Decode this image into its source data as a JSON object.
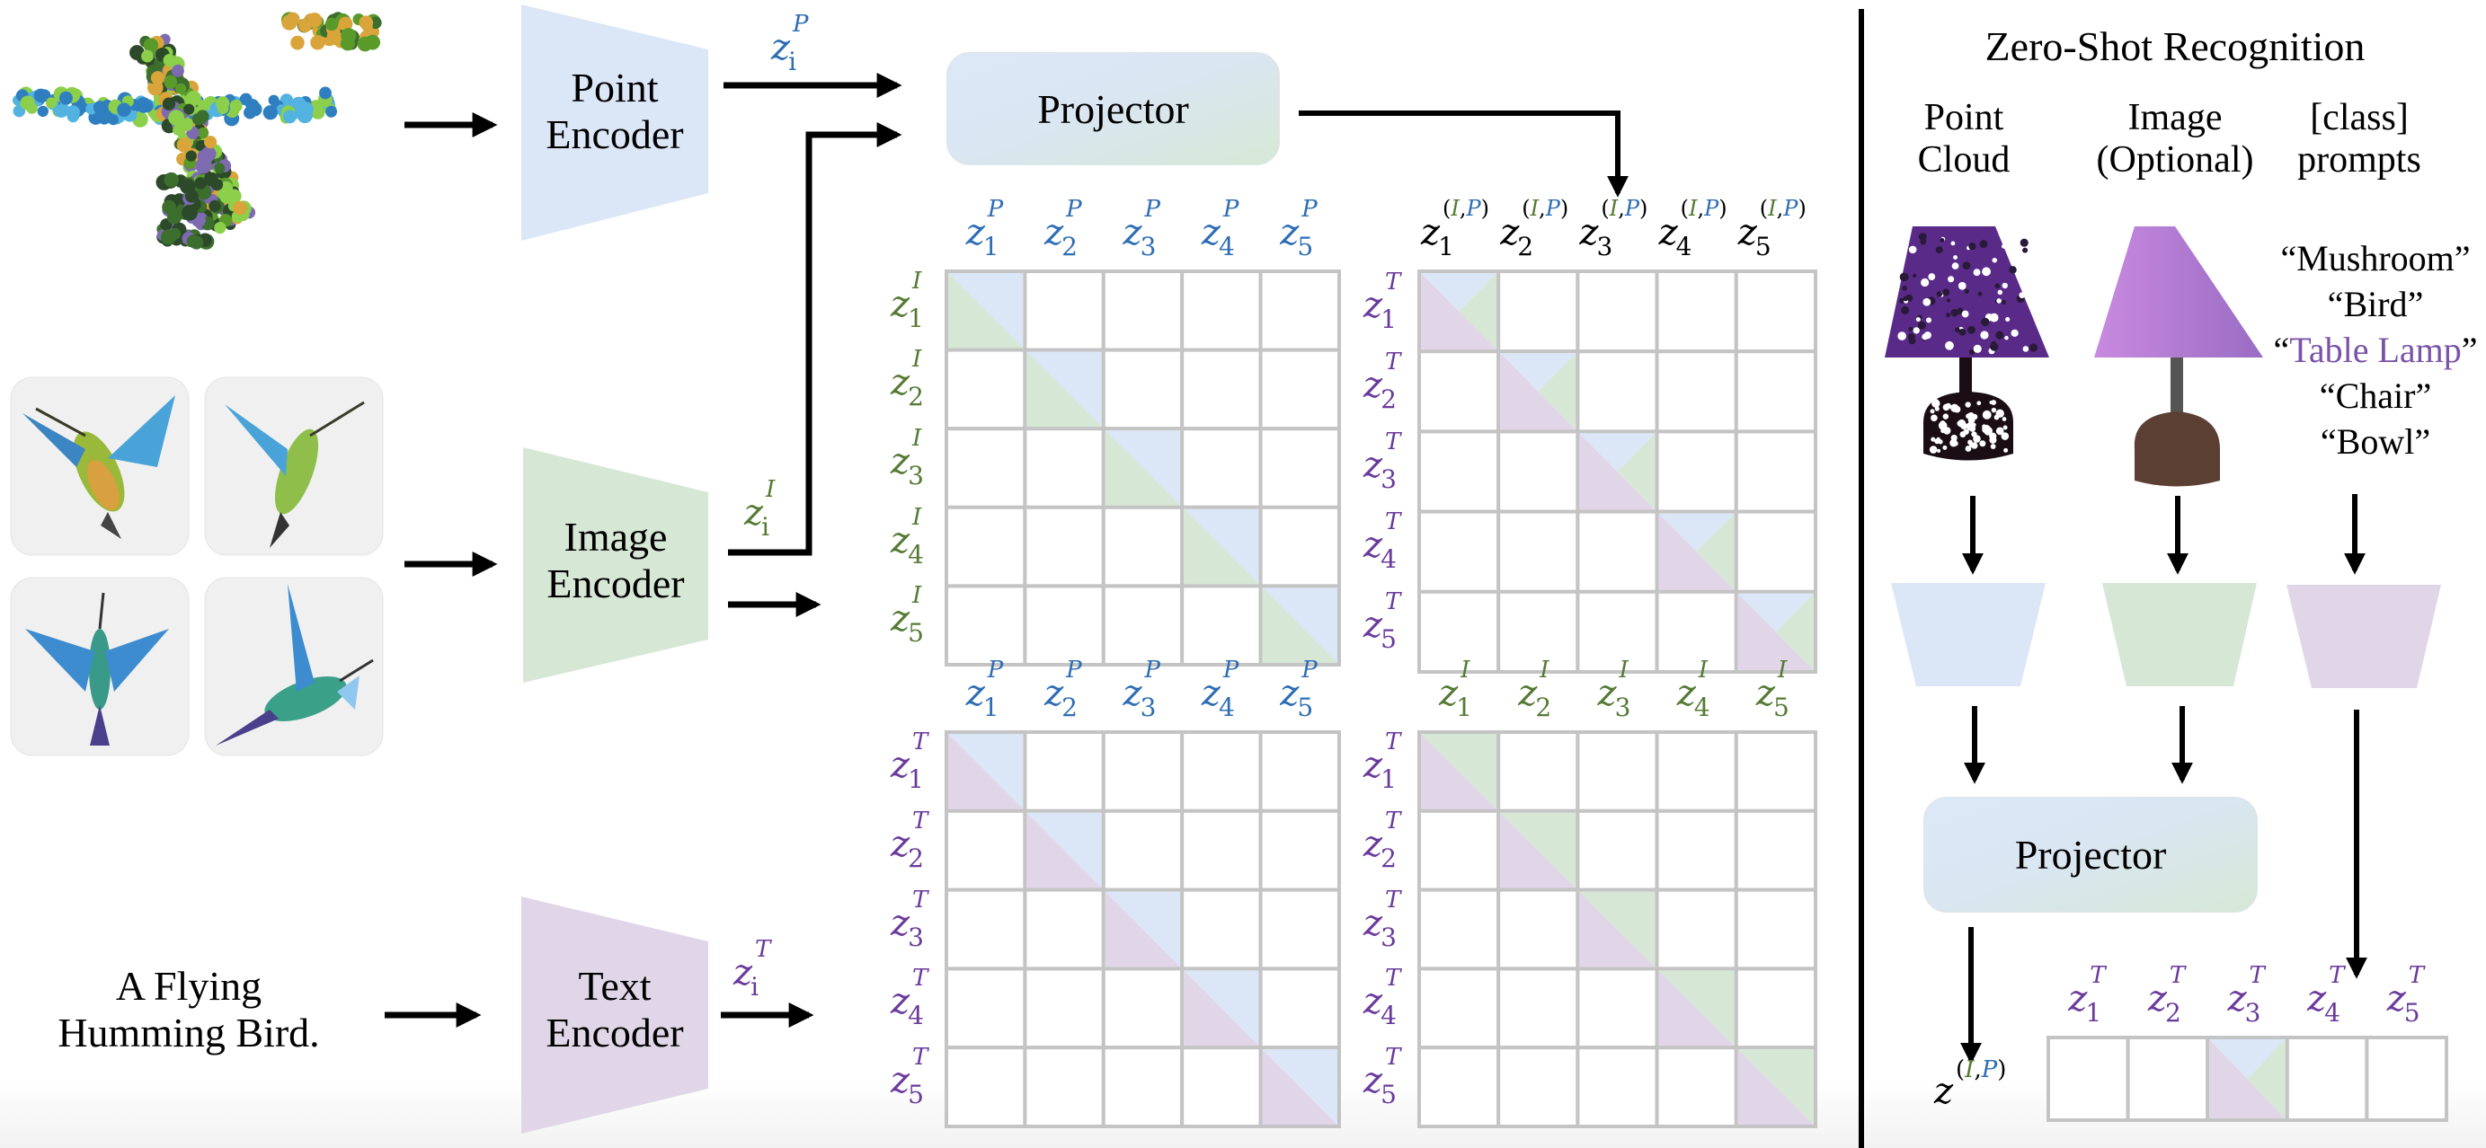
{
  "colors": {
    "point": "#dbe6f6",
    "image": "#d6e7d5",
    "text": "#e0d6e8",
    "point_label": "#2e6db4",
    "image_label": "#547a34",
    "text_label": "#6a3a9c",
    "grid": "#c4c4c4",
    "highlight_prompt": "#7a52a8"
  },
  "left": {
    "point_encoder": {
      "line1": "Point",
      "line2": "Encoder",
      "output_symbol": {
        "base": "z",
        "sub": "i",
        "sup": "P"
      }
    },
    "image_encoder": {
      "line1": "Image",
      "line2": "Encoder",
      "output_symbol": {
        "base": "z",
        "sub": "i",
        "sup": "I"
      }
    },
    "text_encoder": {
      "line1": "Text",
      "line2": "Encoder",
      "output_symbol": {
        "base": "z",
        "sub": "i",
        "sup": "T"
      }
    },
    "caption": {
      "line1": "A Flying",
      "line2": "Humming Bird."
    },
    "projector_label": "Projector"
  },
  "matrices": [
    {
      "id": "point-image",
      "col_sup": "P",
      "col_color": "point_label",
      "row_sup": "I",
      "row_color": "image_label",
      "diag_style": "two",
      "upper": "point",
      "lower": "image",
      "col_indices": [
        "1",
        "2",
        "3",
        "4",
        "5"
      ],
      "row_indices": [
        "1",
        "2",
        "3",
        "4",
        "5"
      ]
    },
    {
      "id": "fused-text",
      "col_sup": "(I,P)",
      "col_color": "fused",
      "row_sup": "T",
      "row_color": "text_label",
      "diag_style": "three",
      "upper": "point",
      "right": "image",
      "lower": "text",
      "col_indices": [
        "1",
        "2",
        "3",
        "4",
        "5"
      ],
      "row_indices": [
        "1",
        "2",
        "3",
        "4",
        "5"
      ]
    },
    {
      "id": "point-text",
      "col_sup": "P",
      "col_color": "point_label",
      "row_sup": "T",
      "row_color": "text_label",
      "diag_style": "two",
      "upper": "point",
      "lower": "text",
      "col_indices": [
        "1",
        "2",
        "3",
        "4",
        "5"
      ],
      "row_indices": [
        "1",
        "2",
        "3",
        "4",
        "5"
      ]
    },
    {
      "id": "image-text",
      "col_sup": "I",
      "col_color": "image_label",
      "row_sup": "T",
      "row_color": "text_label",
      "diag_style": "two",
      "upper": "image",
      "lower": "text",
      "col_indices": [
        "1",
        "2",
        "3",
        "4",
        "5"
      ],
      "row_indices": [
        "1",
        "2",
        "3",
        "4",
        "5"
      ]
    }
  ],
  "zero_shot": {
    "title": "Zero-Shot Recognition",
    "columns": [
      {
        "line1": "Point",
        "line2": "Cloud"
      },
      {
        "line1": "Image",
        "line2": "(Optional)"
      },
      {
        "line1": "[class]",
        "line2": "prompts"
      }
    ],
    "prompts": [
      {
        "text": "Mushroom",
        "highlight": false
      },
      {
        "text": "Bird",
        "highlight": false
      },
      {
        "text": "Table Lamp",
        "highlight": true
      },
      {
        "text": "Chair",
        "highlight": false
      },
      {
        "text": "Bowl",
        "highlight": false
      }
    ],
    "projector_label": "Projector",
    "fused_symbol": {
      "base": "z",
      "sup": "(I,P)"
    },
    "text_row": {
      "sup": "T",
      "indices": [
        "1",
        "2",
        "3",
        "4",
        "5"
      ],
      "match_index": 2
    }
  }
}
